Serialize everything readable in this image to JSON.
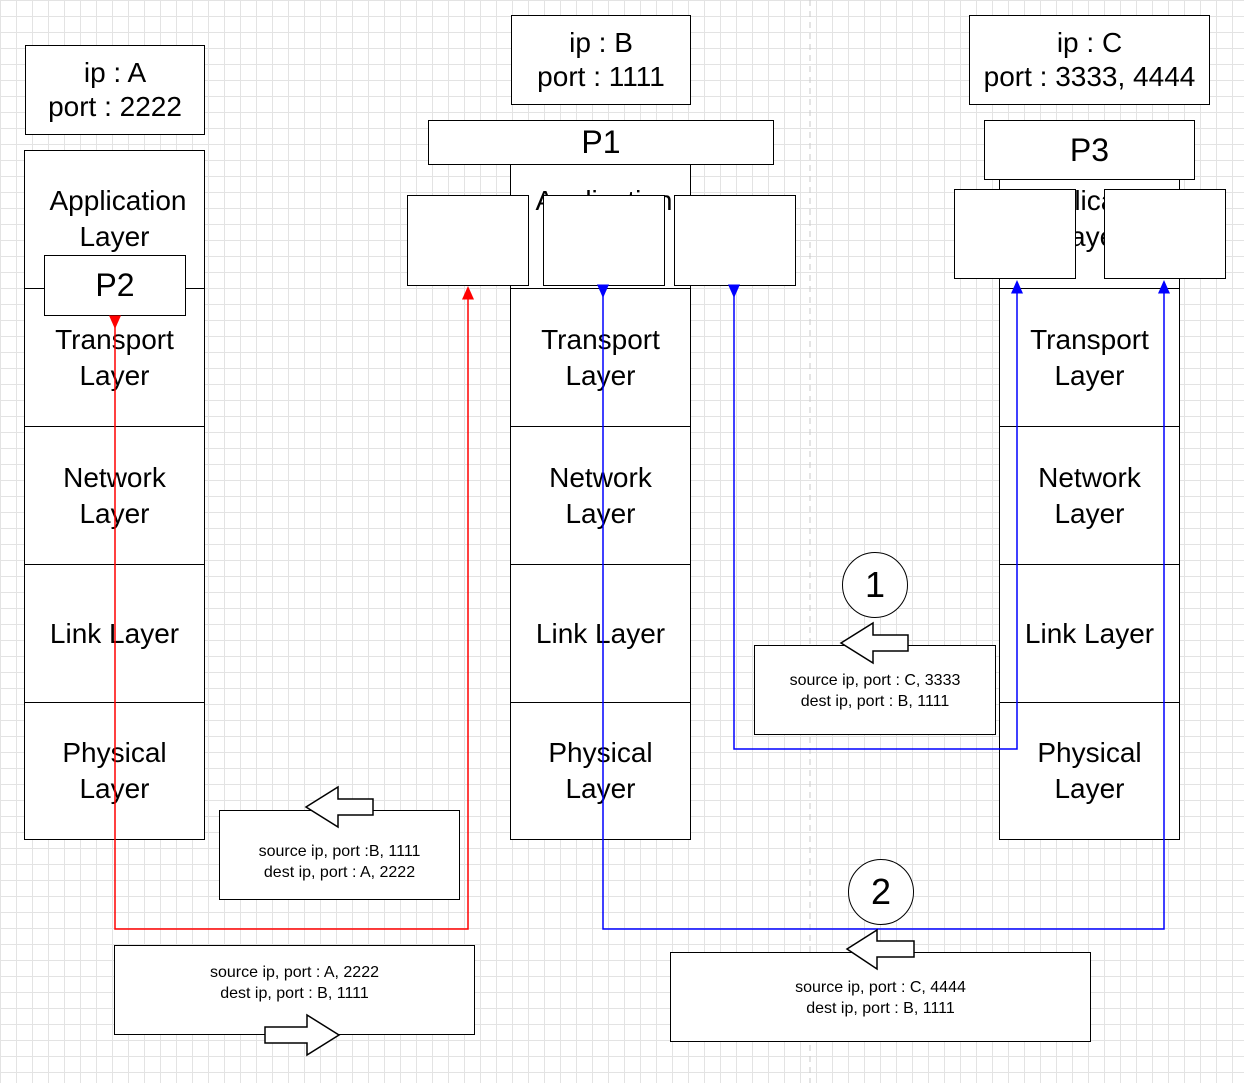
{
  "host_a": {
    "ip": "ip : A",
    "port": "port : 2222",
    "process": "P2",
    "layers": {
      "application": "Application Layer",
      "transport": "Transport Layer",
      "network": "Network Layer",
      "link": "Link Layer",
      "physical": "Physical Layer"
    }
  },
  "host_b": {
    "ip": "ip : B",
    "port": "port : 1111",
    "process": "P1",
    "layers": {
      "application": "Application Layer",
      "transport": "Transport Layer",
      "network": "Network Layer",
      "link": "Link Layer",
      "physical": "Physical Layer"
    }
  },
  "host_c": {
    "ip": "ip : C",
    "port": "port : 3333, 4444",
    "process": "P3",
    "layers": {
      "application": "Application Layer",
      "transport": "Transport Layer",
      "network": "Network Layer",
      "link": "Link Layer",
      "physical": "Physical Layer"
    }
  },
  "segments": {
    "b_to_a": {
      "source": "source ip, port :B, 1111",
      "dest": "dest ip, port : A, 2222"
    },
    "a_to_b": {
      "source": "source ip, port : A, 2222",
      "dest": "dest ip, port : B, 1111"
    },
    "c3333_to_b": {
      "source": "source ip, port : C, 3333",
      "dest": "dest ip, port : B, 1111"
    },
    "c4444_to_b": {
      "source": "source ip, port : C, 4444",
      "dest": "dest ip, port : B, 1111"
    }
  },
  "markers": {
    "one": "1",
    "two": "2"
  },
  "colors": {
    "red_path": "#ff0000",
    "blue_path": "#0000ff",
    "grid": "#e3e3e3"
  }
}
